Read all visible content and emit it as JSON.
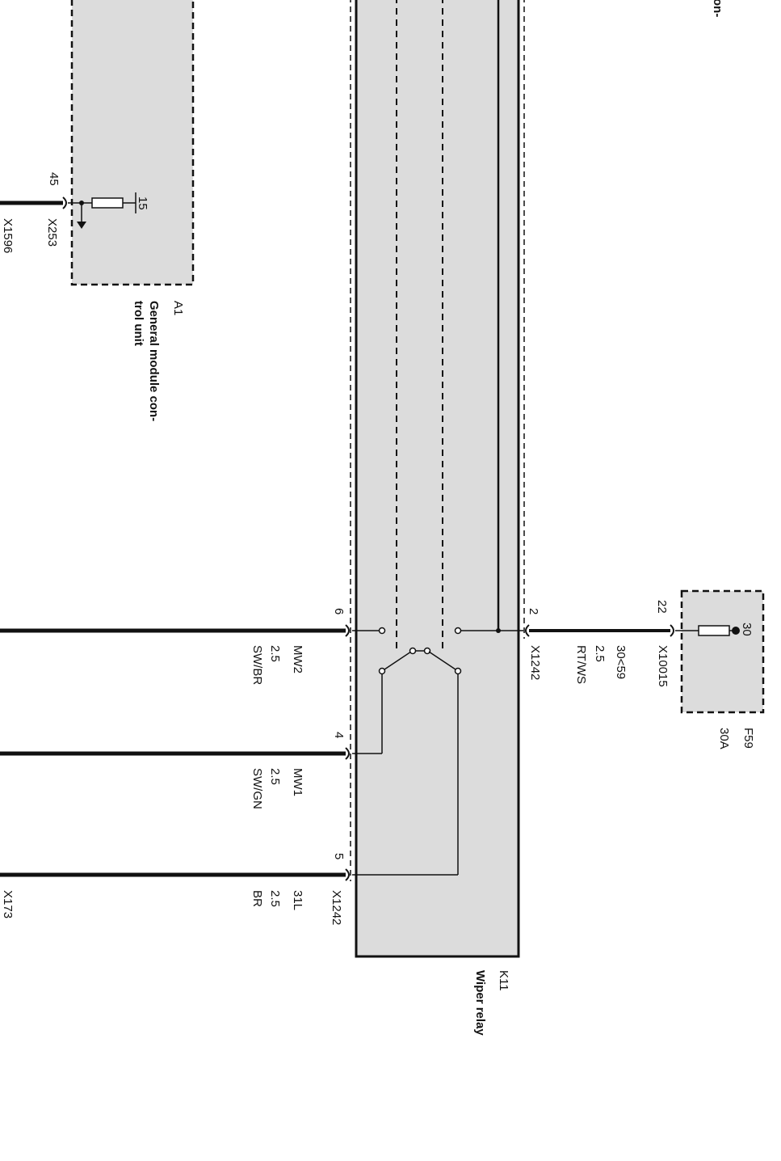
{
  "modules": {
    "a1": {
      "id": "A1",
      "name_line1": "General module con-",
      "name_line2": "trol unit",
      "fill": "#dcdcdc"
    },
    "k11": {
      "id": "K11",
      "name": "Wiper relay",
      "fill": "#dcdcdc"
    },
    "f59": {
      "id": "F59",
      "rating": "30A",
      "fill": "#dcdcdc"
    },
    "top_fragment": "on-"
  },
  "pins": {
    "a1_pin": "45",
    "a1_fuse": "15",
    "k11_pin6": "6",
    "k11_pin4": "4",
    "k11_pin5": "5",
    "k11_pin2": "2",
    "f59_pin22": "22",
    "f59_fuse": "30"
  },
  "connectors": {
    "x1596": "X1596",
    "x253": "X253",
    "x1242_a": "X1242",
    "x1242_b": "X1242",
    "x173": "X173",
    "x10015": "X10015"
  },
  "wires": {
    "mw2": {
      "signal": "MW2",
      "gauge": "2.5",
      "color": "SW/BR"
    },
    "mw1": {
      "signal": "MW1",
      "gauge": "2.5",
      "color": "SW/GN"
    },
    "l31": {
      "signal": "31L",
      "gauge": "2.5",
      "color": "BR"
    },
    "w30": {
      "signal": "30<59",
      "gauge": "2.5",
      "color": "RT/WS"
    }
  }
}
